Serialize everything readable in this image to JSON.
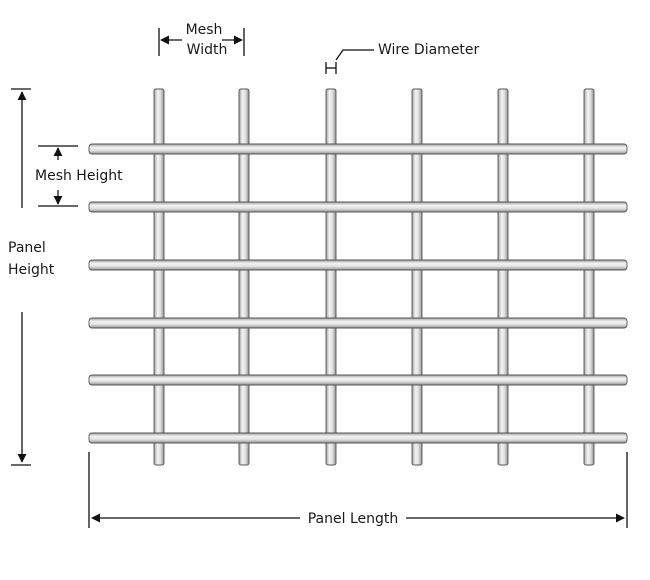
{
  "labels": {
    "mesh_width_line1": "Mesh",
    "mesh_width_line2": "Width",
    "wire_diameter": "Wire Diameter",
    "mesh_height": "Mesh Height",
    "panel_height_line1": "Panel",
    "panel_height_line2": "Height",
    "panel_length": "Panel Length"
  },
  "colors": {
    "wire_light": "#f2f2f2",
    "wire_dark": "#a8a8a8",
    "wire_outline": "#555555",
    "dimension_lines": "#111111",
    "text": "#1a1a1a",
    "background": "#ffffff"
  },
  "mesh": {
    "vertical_wires": 6,
    "horizontal_wires": 6
  }
}
